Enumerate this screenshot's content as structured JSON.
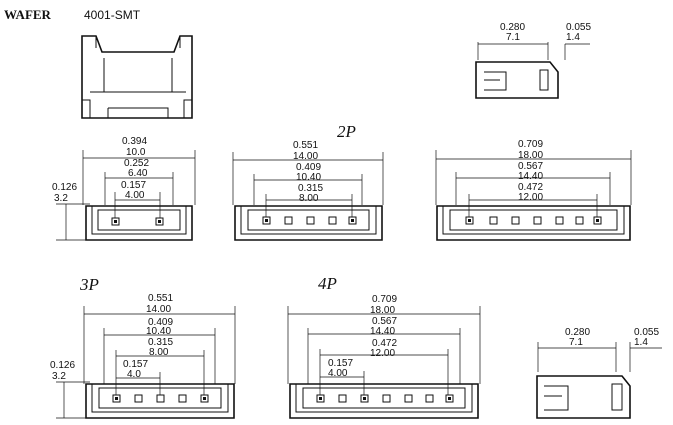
{
  "header": {
    "title": "WAFER",
    "part_number": "4001-SMT"
  },
  "side_view_top": {
    "length": {
      "inch": "0.280",
      "mm": "7.1"
    },
    "offset": {
      "inch": "0.055",
      "mm": "1.4"
    }
  },
  "side_view_bottom": {
    "length": {
      "inch": "0.280",
      "mm": "7.1"
    },
    "offset": {
      "inch": "0.055",
      "mm": "1.4"
    }
  },
  "view_2p": {
    "overall": {
      "inch": "0.394",
      "mm": "10.0"
    },
    "inner": {
      "inch": "0.252",
      "mm": "6.40"
    },
    "pitch": {
      "inch": "0.157",
      "mm": "4.00"
    },
    "height": {
      "inch": "0.126",
      "mm": "3.2"
    }
  },
  "view_3p_top": {
    "overall": {
      "inch": "0.551",
      "mm": "14.00"
    },
    "inner": {
      "inch": "0.409",
      "mm": "10.40"
    },
    "span": {
      "inch": "0.315",
      "mm": "8.00"
    },
    "label": "2P"
  },
  "view_4p_top": {
    "overall": {
      "inch": "0.709",
      "mm": "18.00"
    },
    "inner": {
      "inch": "0.567",
      "mm": "14.40"
    },
    "span": {
      "inch": "0.472",
      "mm": "12.00"
    }
  },
  "view_3p_bottom": {
    "label": "3P",
    "overall": {
      "inch": "0.551",
      "mm": "14.00"
    },
    "inner": {
      "inch": "0.409",
      "mm": "10.40"
    },
    "span": {
      "inch": "0.315",
      "mm": "8.00"
    },
    "pitch": {
      "inch": "0.157",
      "mm": "4.0"
    },
    "height": {
      "inch": "0.126",
      "mm": "3.2"
    }
  },
  "view_4p_bottom": {
    "label": "4P",
    "overall": {
      "inch": "0.709",
      "mm": "18.00"
    },
    "inner": {
      "inch": "0.567",
      "mm": "14.40"
    },
    "span": {
      "inch": "0.472",
      "mm": "12.00"
    },
    "pitch": {
      "inch": "0.157",
      "mm": "4.00"
    }
  }
}
